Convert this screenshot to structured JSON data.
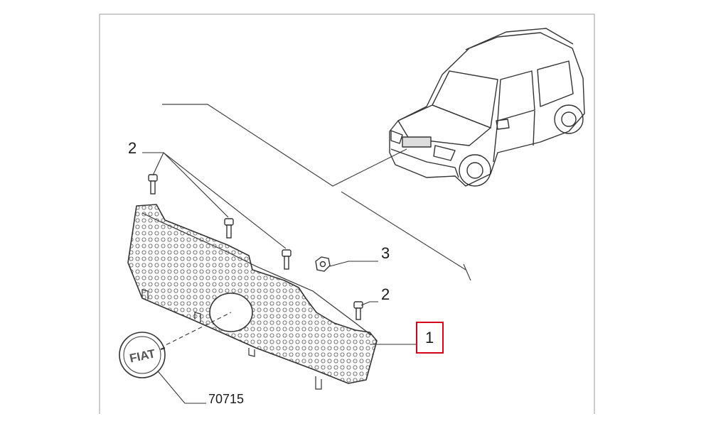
{
  "callouts": {
    "bolt_label_top": "2",
    "nut_label": "3",
    "bolt_label_right": "2",
    "grille_label": "1",
    "emblem_code": "70715"
  },
  "emblem": {
    "logo_text": "FIAT"
  },
  "highlight": {
    "color": "#d9001b",
    "target": "1"
  }
}
